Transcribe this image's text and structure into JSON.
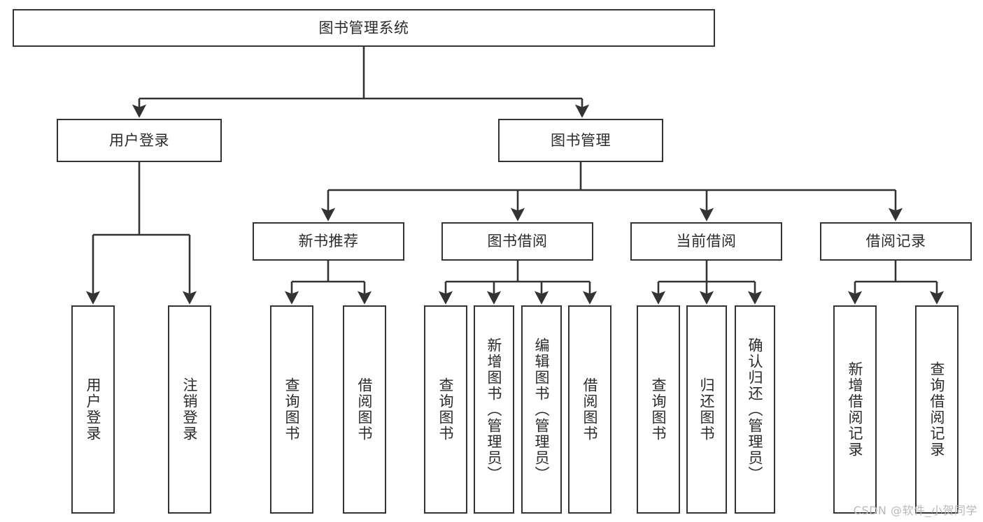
{
  "diagram": {
    "type": "tree-hierarchy",
    "title": "图书管理系统",
    "watermark": "CSDN @软件_小贺同学",
    "colors": {
      "box_border": "#333333",
      "box_fill": "#ffffff",
      "connector": "#333333",
      "text": "#2b2b2b",
      "watermark": "#b9b9b9",
      "background": "#ffffff"
    },
    "levels": [
      {
        "level": 1,
        "nodes": [
          {
            "id": "root",
            "label": "图书管理系统",
            "orientation": "horizontal"
          }
        ]
      },
      {
        "level": 2,
        "nodes": [
          {
            "id": "user-login",
            "label": "用户登录",
            "orientation": "horizontal",
            "parent": "root"
          },
          {
            "id": "book-manage",
            "label": "图书管理",
            "orientation": "horizontal",
            "parent": "root"
          }
        ]
      },
      {
        "level": 3,
        "nodes": [
          {
            "id": "new-book-recommend",
            "label": "新书推荐",
            "orientation": "horizontal",
            "parent": "book-manage"
          },
          {
            "id": "book-borrow",
            "label": "图书借阅",
            "orientation": "horizontal",
            "parent": "book-manage"
          },
          {
            "id": "current-borrow",
            "label": "当前借阅",
            "orientation": "horizontal",
            "parent": "book-manage"
          },
          {
            "id": "borrow-record",
            "label": "借阅记录",
            "orientation": "horizontal",
            "parent": "book-manage"
          }
        ]
      },
      {
        "level": 4,
        "nodes": [
          {
            "id": "leaf-user-login",
            "label": "用户登录",
            "orientation": "vertical",
            "parent": "user-login"
          },
          {
            "id": "leaf-logout-login",
            "label": "注销登录",
            "orientation": "vertical",
            "parent": "user-login"
          },
          {
            "id": "leaf-query-book-1",
            "label": "查询图书",
            "orientation": "vertical",
            "parent": "new-book-recommend"
          },
          {
            "id": "leaf-borrow-book-1",
            "label": "借阅图书",
            "orientation": "vertical",
            "parent": "new-book-recommend"
          },
          {
            "id": "leaf-query-book-2",
            "label": "查询图书",
            "orientation": "vertical",
            "parent": "book-borrow"
          },
          {
            "id": "leaf-add-book",
            "label": "新增图书（管理员）",
            "orientation": "vertical",
            "parent": "book-borrow"
          },
          {
            "id": "leaf-edit-book",
            "label": "编辑图书（管理员）",
            "orientation": "vertical",
            "parent": "book-borrow"
          },
          {
            "id": "leaf-borrow-book-2",
            "label": "借阅图书",
            "orientation": "vertical",
            "parent": "book-borrow"
          },
          {
            "id": "leaf-query-book-3",
            "label": "查询图书",
            "orientation": "vertical",
            "parent": "current-borrow"
          },
          {
            "id": "leaf-return-book",
            "label": "归还图书",
            "orientation": "vertical",
            "parent": "current-borrow"
          },
          {
            "id": "leaf-confirm-return",
            "label": "确认归还（管理员）",
            "orientation": "vertical",
            "parent": "current-borrow"
          },
          {
            "id": "leaf-add-record",
            "label": "新增借阅记录",
            "orientation": "vertical",
            "parent": "borrow-record"
          },
          {
            "id": "leaf-query-record",
            "label": "查询借阅记录",
            "orientation": "vertical",
            "parent": "borrow-record"
          }
        ]
      }
    ]
  }
}
